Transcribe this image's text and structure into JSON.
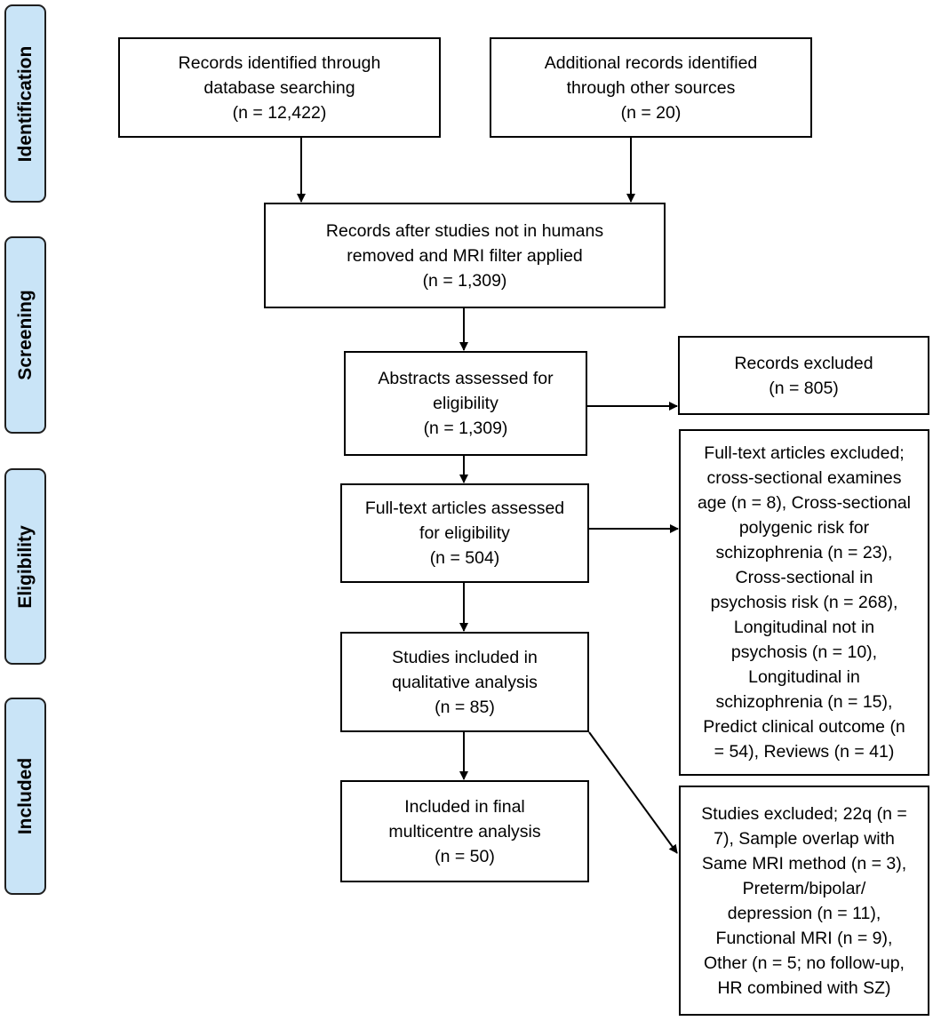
{
  "phases": {
    "identification": "Identification",
    "screening": "Screening",
    "eligibility": "Eligibility",
    "included": "Included"
  },
  "boxes": {
    "database_records": "Records identified through\ndatabase searching\n(n = 12,422)",
    "other_sources": "Additional records identified\nthrough other sources\n(n = 20)",
    "after_filter": "Records after studies not in humans\nremoved and MRI filter applied\n(n = 1,309)",
    "abstracts_assessed": "Abstracts assessed for\neligibility\n(n = 1,309)",
    "records_excluded": "Records excluded\n(n = 805)",
    "fulltext_assessed": "Full-text articles assessed\nfor eligibility\n(n = 504)",
    "fulltext_excluded": "Full-text articles excluded;\ncross-sectional examines\nage (n = 8), Cross-sectional\npolygenic risk for\nschizophrenia (n = 23),\nCross-sectional in\npsychosis risk (n = 268),\nLongitudinal not in\npsychosis (n = 10),\nLongitudinal in\nschizophrenia (n = 15),\nPredict clinical outcome (n\n= 54), Reviews (n = 41)",
    "qualitative": "Studies included in\nqualitative analysis\n(n = 85)",
    "final_multicentre": "Included in final\nmulticentre analysis\n(n = 50)",
    "studies_excluded": "Studies excluded; 22q (n =\n7), Sample overlap with\nSame MRI method (n = 3),\nPreterm/bipolar/\ndepression (n = 11),\nFunctional MRI (n = 9),\nOther (n = 5; no follow-up,\nHR combined with SZ)"
  },
  "colors": {
    "phase_fill": "#c9e4f7",
    "border": "#000000"
  }
}
